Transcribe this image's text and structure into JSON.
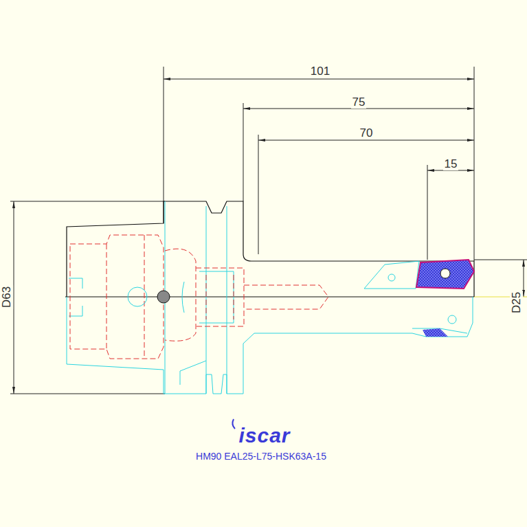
{
  "diagram": {
    "labels": [
      "101",
      "75",
      "70",
      "15",
      "D63",
      "D25",
      "iscar",
      "HM90 EAL25-L75-HSK63A-15"
    ]
  }
}
